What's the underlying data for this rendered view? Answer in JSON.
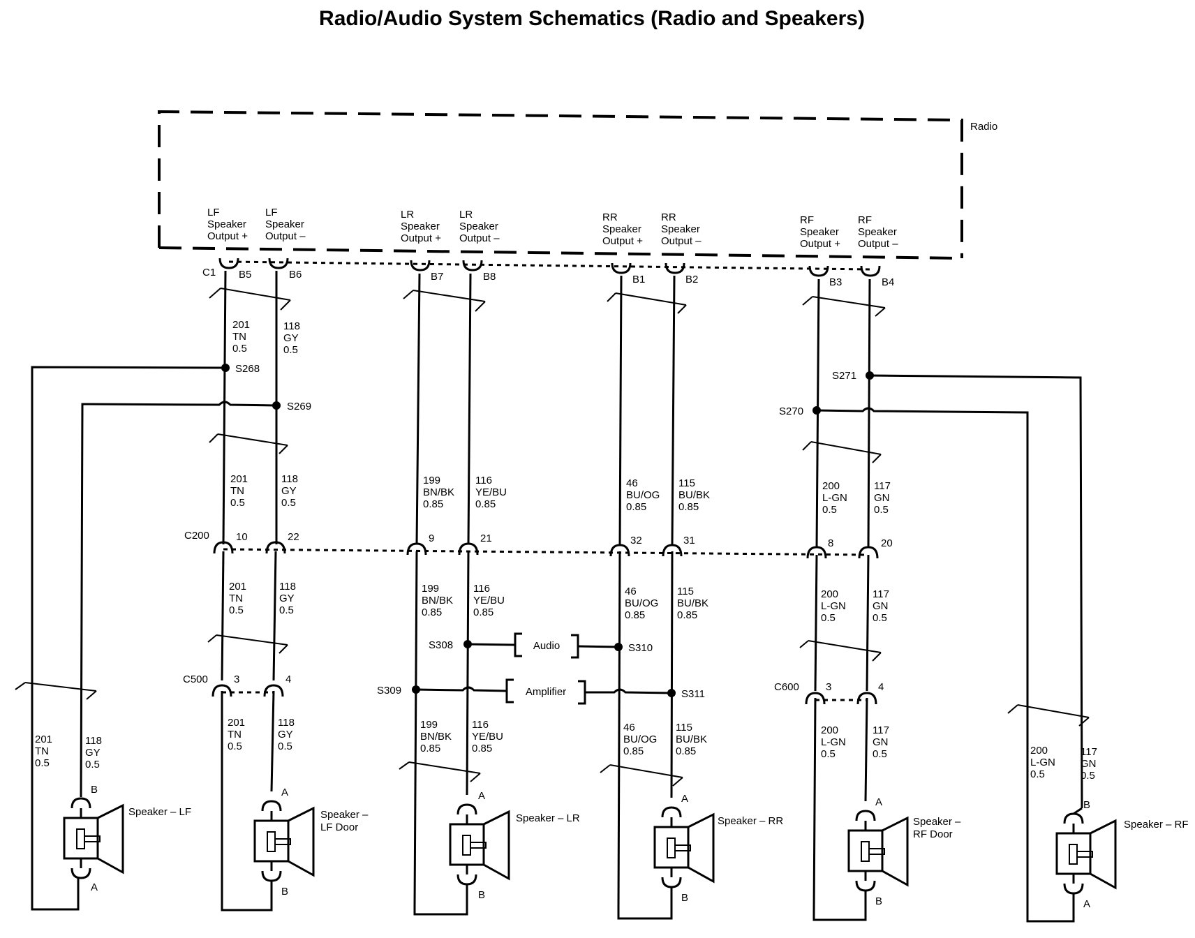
{
  "title": "Radio/Audio System Schematics (Radio and Speakers)",
  "radio": {
    "label": "Radio",
    "connector": "C1",
    "outputs": [
      {
        "lines": [
          "LF",
          "Speaker",
          "Output +"
        ],
        "pin": "B5"
      },
      {
        "lines": [
          "LF",
          "Speaker",
          "Output –"
        ],
        "pin": "B6"
      },
      {
        "lines": [
          "LR",
          "Speaker",
          "Output +"
        ],
        "pin": "B7"
      },
      {
        "lines": [
          "LR",
          "Speaker",
          "Output –"
        ],
        "pin": "B8"
      },
      {
        "lines": [
          "RR",
          "Speaker",
          "Output +"
        ],
        "pin": "B1"
      },
      {
        "lines": [
          "RR",
          "Speaker",
          "Output –"
        ],
        "pin": "B2"
      },
      {
        "lines": [
          "RF",
          "Speaker",
          "Output +"
        ],
        "pin": "B3"
      },
      {
        "lines": [
          "RF",
          "Speaker",
          "Output –"
        ],
        "pin": "B4"
      }
    ]
  },
  "wires": {
    "lf_pos": {
      "lines": [
        "201",
        "TN",
        "0.5"
      ]
    },
    "lf_neg": {
      "lines": [
        "118",
        "GY",
        "0.5"
      ]
    },
    "lr_pos": {
      "lines": [
        "199",
        "BN/BK",
        "0.85"
      ]
    },
    "lr_neg": {
      "lines": [
        "116",
        "YE/BU",
        "0.85"
      ]
    },
    "rr_pos": {
      "lines": [
        "46",
        "BU/OG",
        "0.85"
      ]
    },
    "rr_neg": {
      "lines": [
        "115",
        "BU/BK",
        "0.85"
      ]
    },
    "rf_pos": {
      "lines": [
        "200",
        "L-GN",
        "0.5"
      ]
    },
    "rf_neg": {
      "lines": [
        "117",
        "GN",
        "0.5"
      ]
    }
  },
  "splices": {
    "s268": "S268",
    "s269": "S269",
    "s270": "S270",
    "s271": "S271",
    "s308": "S308",
    "s309": "S309",
    "s310": "S310",
    "s311": "S311"
  },
  "connectors": {
    "c200": {
      "name": "C200",
      "pins": [
        "10",
        "22",
        "9",
        "21",
        "32",
        "31",
        "8",
        "20"
      ]
    },
    "c500": {
      "name": "C500",
      "pins": [
        "3",
        "4"
      ]
    },
    "c600": {
      "name": "C600",
      "pins": [
        "3",
        "4"
      ]
    }
  },
  "boxes": {
    "audio": "Audio",
    "amplifier": "Amplifier"
  },
  "speakers": [
    {
      "lines": [
        "Speaker – LF"
      ],
      "top": "B",
      "bottom": "A"
    },
    {
      "lines": [
        "Speaker –",
        "LF Door"
      ],
      "top": "A",
      "bottom": "B"
    },
    {
      "lines": [
        "Speaker – LR"
      ],
      "top": "A",
      "bottom": "B"
    },
    {
      "lines": [
        "Speaker – RR"
      ],
      "top": "A",
      "bottom": "B"
    },
    {
      "lines": [
        "Speaker –",
        "RF Door"
      ],
      "top": "A",
      "bottom": "B"
    },
    {
      "lines": [
        "Speaker – RF"
      ],
      "top": "B",
      "bottom": "A"
    }
  ]
}
